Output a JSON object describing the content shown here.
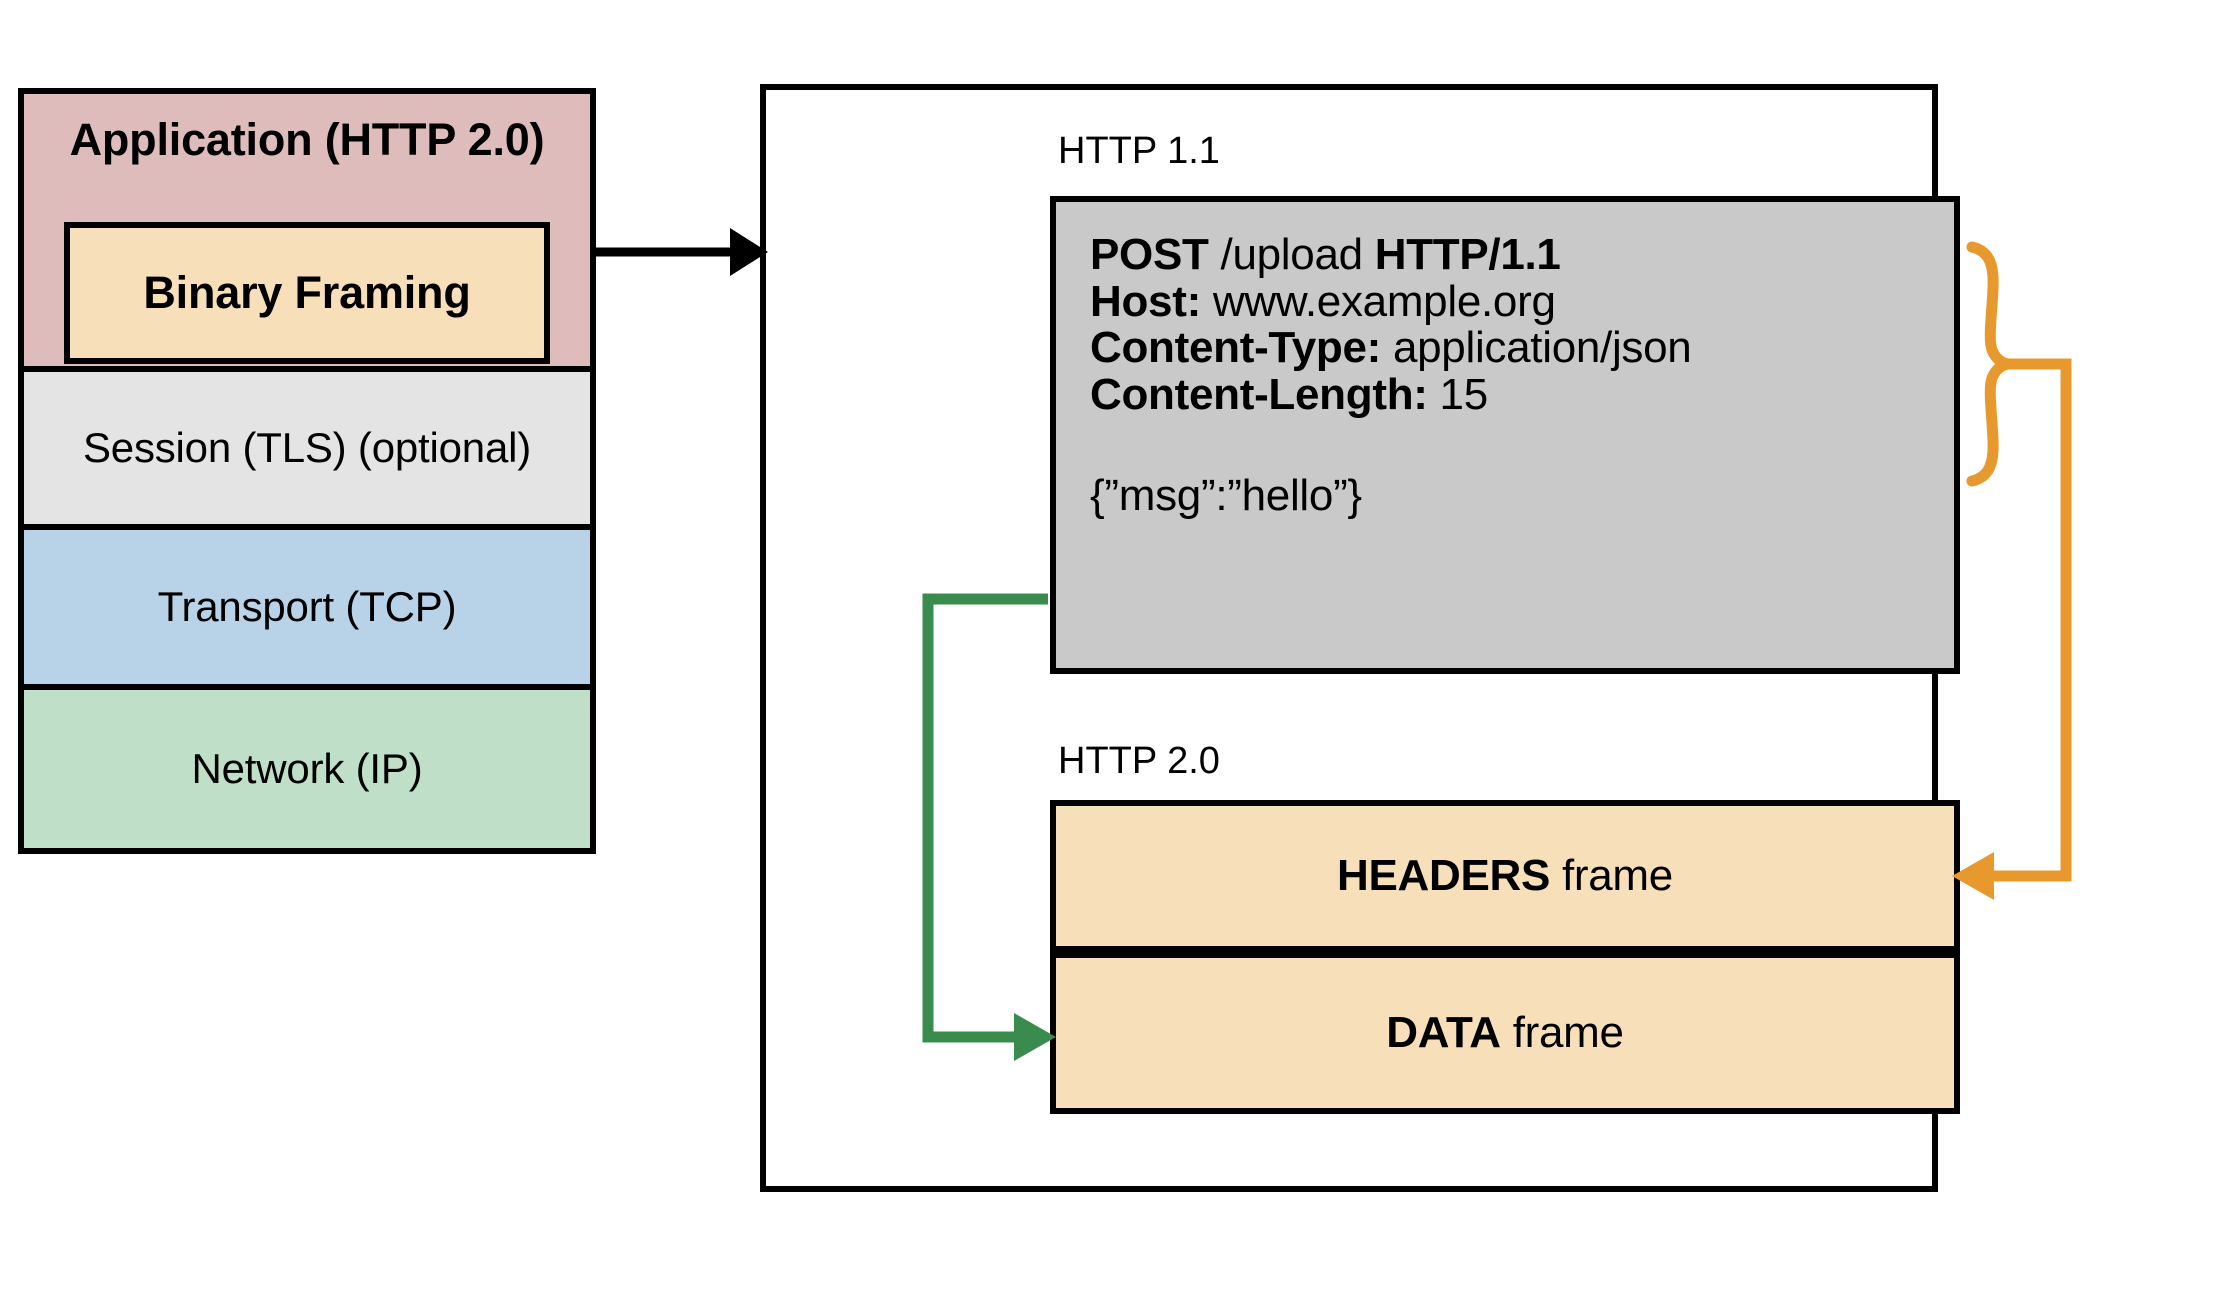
{
  "diagram": {
    "title": "HTTP 2.0 binary framing layer mapping",
    "colors": {
      "application_layer": "#dfbcbc",
      "binary_framing": "#f7dfba",
      "session_layer": "#e4e4e4",
      "transport_layer": "#b8d3e8",
      "network_layer": "#bfdfc8",
      "http11_box": "#c9c9c9",
      "frame_box": "#f7dfba",
      "headers_connector": "#e8992e",
      "data_connector": "#3a8c4e",
      "outline": "#000000"
    }
  },
  "protocol_stack": {
    "layers": [
      {
        "label": "Application (HTTP 2.0)",
        "bold": true
      },
      {
        "label": "Session (TLS) (optional)",
        "bold": false
      },
      {
        "label": "Transport (TCP)",
        "bold": false
      },
      {
        "label": "Network (IP)",
        "bold": false
      }
    ],
    "inner_box": {
      "label": "Binary Framing"
    }
  },
  "main_panel": {
    "http11": {
      "caption": "HTTP 1.1",
      "request_lines": [
        {
          "bold": "POST",
          "rest": " /upload ",
          "bold2": "HTTP/1.1",
          "rest2": ""
        },
        {
          "bold": "Host:",
          "rest": " www.example.org",
          "bold2": "",
          "rest2": ""
        },
        {
          "bold": "Content-Type:",
          "rest": " application/json",
          "bold2": "",
          "rest2": ""
        },
        {
          "bold": "Content-Length:",
          "rest": " 15",
          "bold2": "",
          "rest2": ""
        }
      ],
      "body": "{”msg”:”hello”}"
    },
    "http20": {
      "caption": "HTTP 2.0",
      "frames": [
        {
          "bold": "HEADERS",
          "rest": " frame"
        },
        {
          "bold": "DATA",
          "rest": " frame"
        }
      ]
    }
  },
  "connectors": {
    "stack_to_panel": {
      "name": "black-arrow",
      "color": "#000000"
    },
    "headers_brace": {
      "name": "orange-brace-to-headers-frame",
      "color": "#e8992e"
    },
    "body_to_data": {
      "name": "green-arrow-to-data-frame",
      "color": "#3a8c4e"
    }
  }
}
